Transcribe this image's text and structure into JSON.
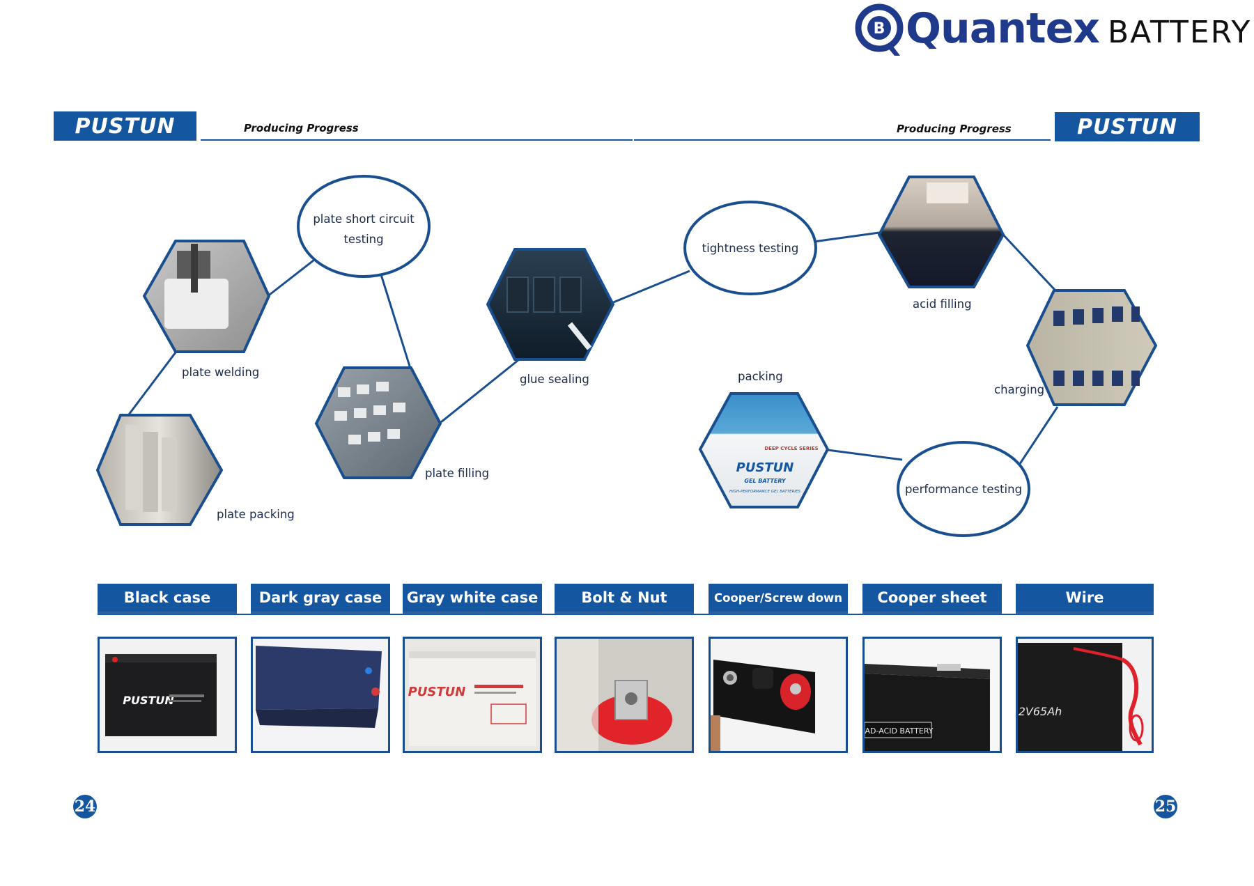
{
  "brand": {
    "name": "Quantex",
    "sub": "BATTERY",
    "mark": "Q"
  },
  "header": {
    "left_logo": "PUSTUN",
    "left_title": "Producing Progress",
    "right_title": "Producing Progress",
    "right_logo": "PUSTUN"
  },
  "process": {
    "plate_short_circuit": "plate short circuit\ntesting",
    "plate_welding": "plate welding",
    "plate_packing": "plate packing",
    "plate_filling": "plate filling",
    "glue_sealing": "glue sealing",
    "tightness_testing": "tightness testing",
    "acid_filling": "acid filling",
    "charging": "charging",
    "packing": "packing",
    "performance_testing": "performance testing"
  },
  "box_print": {
    "series": "DEEP CYCLE SERIES",
    "brand": "PUSTUN",
    "line": "GEL BATTERY",
    "tagline": "HIGH-PERFORMANCE GEL BATTERIES"
  },
  "parts": [
    {
      "label": "Black case",
      "photo_text": "PUSTUN"
    },
    {
      "label": "Dark gray case",
      "photo_text": ""
    },
    {
      "label": "Gray white case",
      "photo_text": "PUSTUN"
    },
    {
      "label": "Bolt & Nut",
      "photo_text": ""
    },
    {
      "label": "Cooper/Screw down",
      "photo_text": ""
    },
    {
      "label": "Cooper sheet",
      "photo_text": "EAD-ACID BATTERY"
    },
    {
      "label": "Wire",
      "photo_text": "2V65Ah"
    }
  ],
  "pages": {
    "left": "24",
    "right": "25"
  },
  "colors": {
    "accent": "#1556a0",
    "dark_navy": "#1f3a8a",
    "wire_red": "#e0202a"
  }
}
